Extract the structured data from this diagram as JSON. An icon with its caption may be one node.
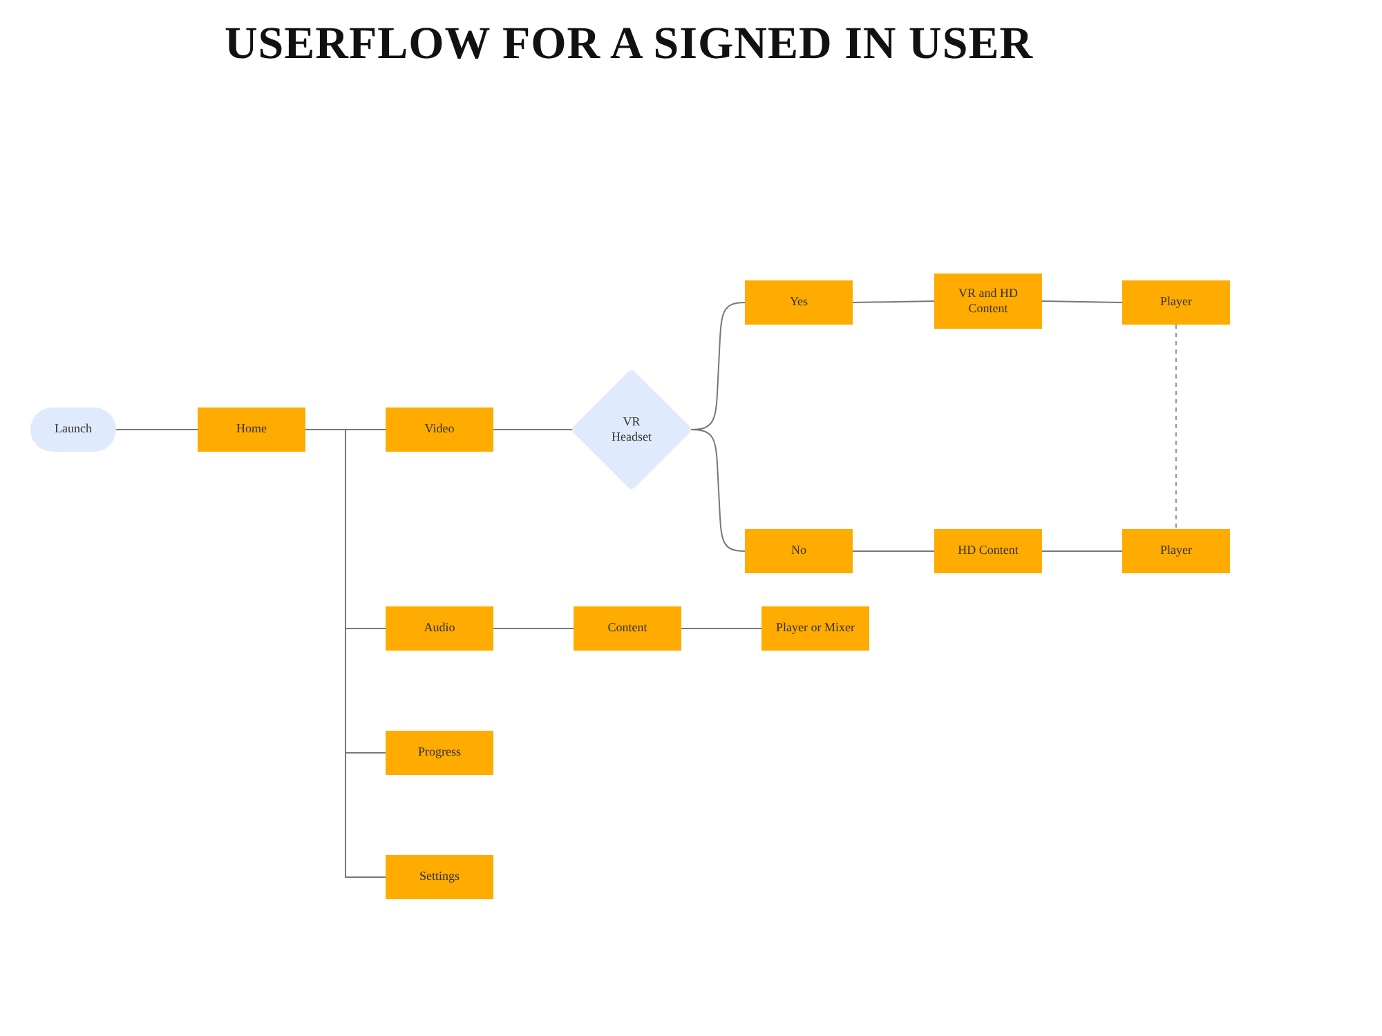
{
  "diagram": {
    "title": "USERFLOW FOR A SIGNED IN USER",
    "nodes": [
      {
        "text": [
          "Launch"
        ]
      },
      {
        "text": [
          "Home"
        ]
      },
      {
        "text": [
          "Video"
        ]
      },
      {
        "text": [
          "VR Headset"
        ]
      },
      {
        "text": [
          "Yes"
        ]
      },
      {
        "text": [
          "VR and HD Content"
        ]
      },
      {
        "text": [
          "Player"
        ]
      },
      {
        "text": [
          "No"
        ]
      },
      {
        "text": [
          "HD Content"
        ]
      },
      {
        "text": [
          "Player"
        ]
      },
      {
        "text": [
          "Audio"
        ]
      },
      {
        "text": [
          "Content"
        ]
      },
      {
        "text": [
          "Player or Mixer"
        ]
      },
      {
        "text": [
          "Progress"
        ]
      },
      {
        "text": [
          "Settings"
        ]
      }
    ],
    "edges": [
      {
        "from": 0,
        "to": 1,
        "arrow": "none"
      },
      {
        "from": 1,
        "to": 2,
        "arrow": "none"
      },
      {
        "from": 1,
        "to": 10,
        "arrow": "none"
      },
      {
        "from": 1,
        "to": 13,
        "arrow": "none"
      },
      {
        "from": 1,
        "to": 14,
        "arrow": "none"
      },
      {
        "from": 2,
        "to": 3,
        "arrow": "none"
      },
      {
        "from": 3,
        "to": 4,
        "arrow": "none"
      },
      {
        "from": 3,
        "to": 7,
        "arrow": "none"
      },
      {
        "from": 4,
        "to": 5,
        "arrow": "none"
      },
      {
        "from": 5,
        "to": 6,
        "arrow": "none"
      },
      {
        "from": 7,
        "to": 8,
        "arrow": "none"
      },
      {
        "from": 8,
        "to": 9,
        "arrow": "none"
      },
      {
        "from": 6,
        "to": 9,
        "arrow": "none",
        "style": "dashed",
        "color": "#999999"
      },
      {
        "from": 10,
        "to": 11,
        "arrow": "none"
      },
      {
        "from": 11,
        "to": 12,
        "arrow": "none"
      }
    ]
  }
}
